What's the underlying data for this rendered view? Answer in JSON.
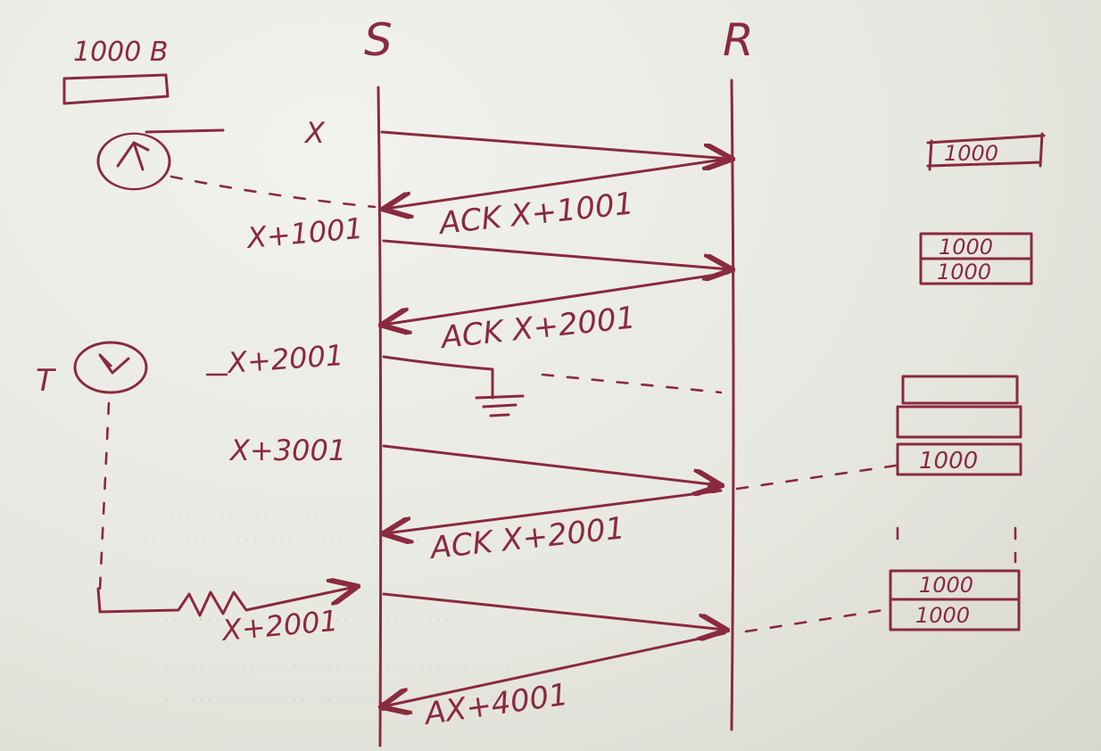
{
  "diagram": {
    "type": "tcp-sequence-diagram",
    "ink_color": "#8a2a3e",
    "paper_color": "#e9e9e3",
    "hosts": {
      "sender": "S",
      "receiver": "R"
    },
    "segment_size_label": "1000 B",
    "timer_label": "T",
    "send_labels": [
      "X",
      "X+1001",
      "X+2001",
      "X+3001",
      "X+2001"
    ],
    "ack_labels": [
      "ACK X+1001",
      "ACK X+2001",
      "ACK X+2001",
      "AX+4001"
    ],
    "receiver_buffer": {
      "after_seg1": [
        "1000"
      ],
      "after_seg2": [
        "1000",
        "1000"
      ],
      "after_seg4": [
        "",
        "",
        "1000"
      ],
      "after_retransmit": [
        "1000",
        "1000"
      ]
    }
  }
}
